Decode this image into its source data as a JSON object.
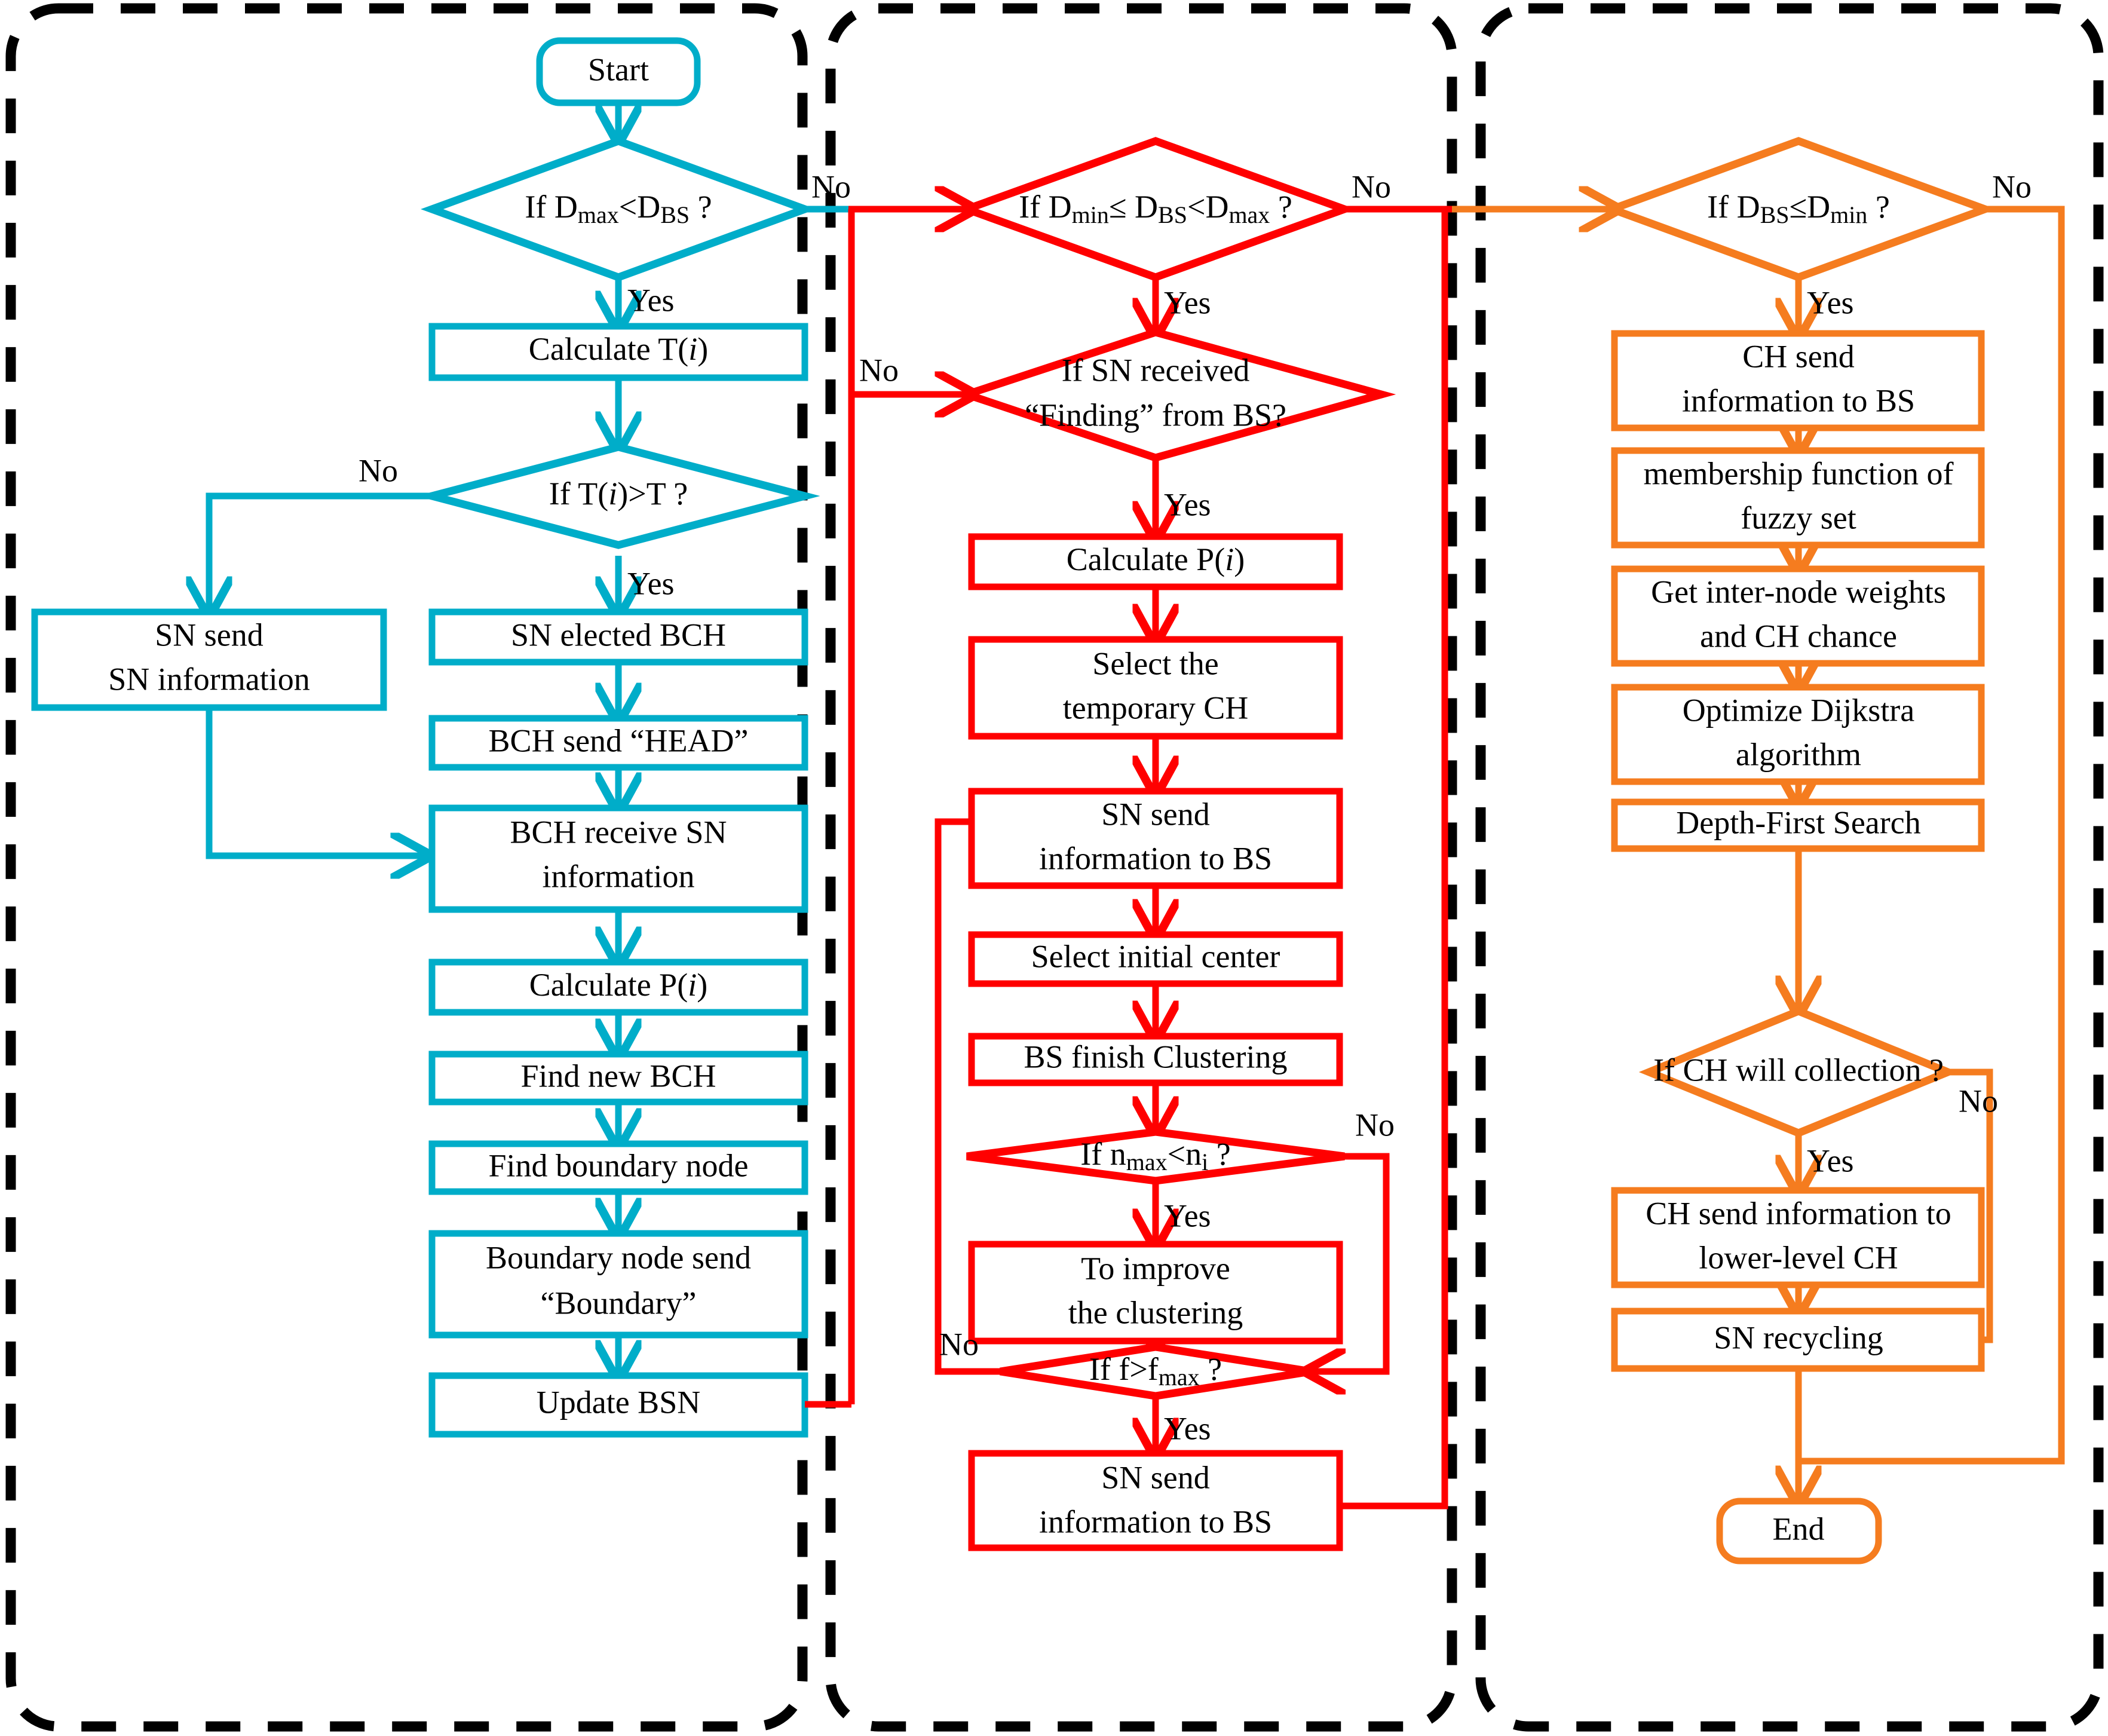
{
  "diagram": {
    "title": "WSN clustering and routing protocol flowchart",
    "type": "flowchart",
    "colors": {
      "phase1": "#00ADC9",
      "phase2": "#FF0000",
      "phase3": "#F57C1F",
      "panel_border": "#000000",
      "text": "#000000",
      "background": "#FFFFFF"
    },
    "panels": [
      {
        "id": "panel-1",
        "name": "left-phase-panel",
        "accent": "#00ADC9"
      },
      {
        "id": "panel-2",
        "name": "middle-phase-panel",
        "accent": "#FF0000"
      },
      {
        "id": "panel-3",
        "name": "right-phase-panel",
        "accent": "#F57C1F"
      }
    ]
  },
  "phase1": {
    "accent": "#00ADC9",
    "nodes": {
      "start": {
        "label": "Start",
        "shape": "terminator"
      },
      "d_dmax": {
        "label_pre": "If D",
        "label_sub1": "max",
        "label_mid": "<D",
        "label_sub2": "BS",
        "label_post": " ?",
        "shape": "decision"
      },
      "calc_t": {
        "label_pre": "Calculate T(",
        "label_ital": "i",
        "label_post": ")",
        "shape": "process"
      },
      "d_ti": {
        "label_pre": "If T(",
        "label_ital": "i",
        "label_post": ")>T ?",
        "shape": "decision"
      },
      "sn_send": {
        "line1": "SN send",
        "line2": "SN information",
        "shape": "process"
      },
      "sn_elected": {
        "label": "SN elected BCH",
        "shape": "process"
      },
      "bch_head": {
        "label": "BCH send “HEAD”",
        "shape": "process"
      },
      "bch_recv": {
        "line1": "BCH receive SN",
        "line2": "information",
        "shape": "process"
      },
      "calc_p": {
        "label_pre": "Calculate P(",
        "label_ital": "i",
        "label_post": ")",
        "shape": "process"
      },
      "find_bch": {
        "label": "Find new BCH",
        "shape": "process"
      },
      "find_bn": {
        "label": "Find boundary node",
        "shape": "process"
      },
      "bn_send": {
        "line1": "Boundary node send",
        "line2": "“Boundary”",
        "shape": "process"
      },
      "update_bsn": {
        "label": "Update BSN",
        "shape": "process"
      }
    },
    "edge_labels": {
      "dmax_no": "No",
      "dmax_yes": "Yes",
      "ti_no": "No",
      "ti_yes": "Yes"
    }
  },
  "phase2": {
    "accent": "#FF0000",
    "nodes": {
      "d_dmin": {
        "label_pre": "If D",
        "label_sub1": "min",
        "label_mid": "≤ D",
        "label_sub2": "BS",
        "label_mid2": "<D",
        "label_sub3": "max",
        "label_post": " ?",
        "shape": "decision"
      },
      "d_finding": {
        "line1": "If SN received",
        "line2": "“Finding”  from BS?",
        "line2_ital": "g",
        "shape": "decision"
      },
      "calc_p": {
        "label_pre": "Calculate P(",
        "label_ital": "i",
        "label_post": ")",
        "shape": "process"
      },
      "sel_tmp_ch": {
        "line1": "Select the",
        "line2": "temporary CH",
        "shape": "process"
      },
      "sn_send_bs": {
        "line1": "SN send",
        "line2": "information to BS",
        "shape": "process"
      },
      "sel_center": {
        "label": "Select initial center",
        "shape": "process"
      },
      "bs_cluster": {
        "label": "BS finish Clustering",
        "shape": "process"
      },
      "d_nmax": {
        "label_pre": "If  n",
        "label_sub1": "max",
        "label_mid": "<n",
        "label_sub2": "i",
        "label_post": " ?",
        "shape": "decision"
      },
      "improve": {
        "line1": "To improve",
        "line2": "the clustering",
        "shape": "process"
      },
      "d_fmax": {
        "label_pre": "If  f>f",
        "label_sub1": "max",
        "label_post": " ?",
        "shape": "decision"
      },
      "sn_send_bs2": {
        "line1": "SN send",
        "line2": "information to BS",
        "shape": "process"
      }
    },
    "edge_labels": {
      "dmin_no": "No",
      "dmin_yes": "Yes",
      "finding_no": "No",
      "finding_yes": "Yes",
      "nmax_no": "No",
      "nmax_yes": "Yes",
      "fmax_no": "No",
      "fmax_yes": "Yes"
    }
  },
  "phase3": {
    "accent": "#F57C1F",
    "nodes": {
      "d_dbs": {
        "label_pre": "If D",
        "label_sub1": "BS",
        "label_mid": "≤D",
        "label_sub2": "min",
        "label_post": " ?",
        "shape": "decision"
      },
      "ch_send_bs": {
        "line1": "CH send",
        "line2": "information to BS",
        "shape": "process"
      },
      "fuzzy": {
        "line1": "membership function of",
        "line2": "fuzzy set",
        "shape": "process"
      },
      "weights": {
        "line1": "Get inter-node weights",
        "line2": "and CH chance",
        "shape": "process"
      },
      "dijkstra": {
        "line1": "Optimize Dijkstra",
        "line2": "algorithm",
        "shape": "process"
      },
      "dfs": {
        "label": "Depth-First Search",
        "shape": "process"
      },
      "d_collection": {
        "label": "If CH will collection ?",
        "shape": "decision"
      },
      "ch_send_lower": {
        "line1": "CH send information to",
        "line2": "lower-level CH",
        "shape": "process"
      },
      "sn_recycle": {
        "label": "SN recycling",
        "shape": "process"
      },
      "end": {
        "label": "End",
        "shape": "terminator"
      }
    },
    "edge_labels": {
      "dbs_no": "No",
      "dbs_yes": "Yes",
      "coll_no": "No",
      "coll_yes": "Yes"
    }
  }
}
